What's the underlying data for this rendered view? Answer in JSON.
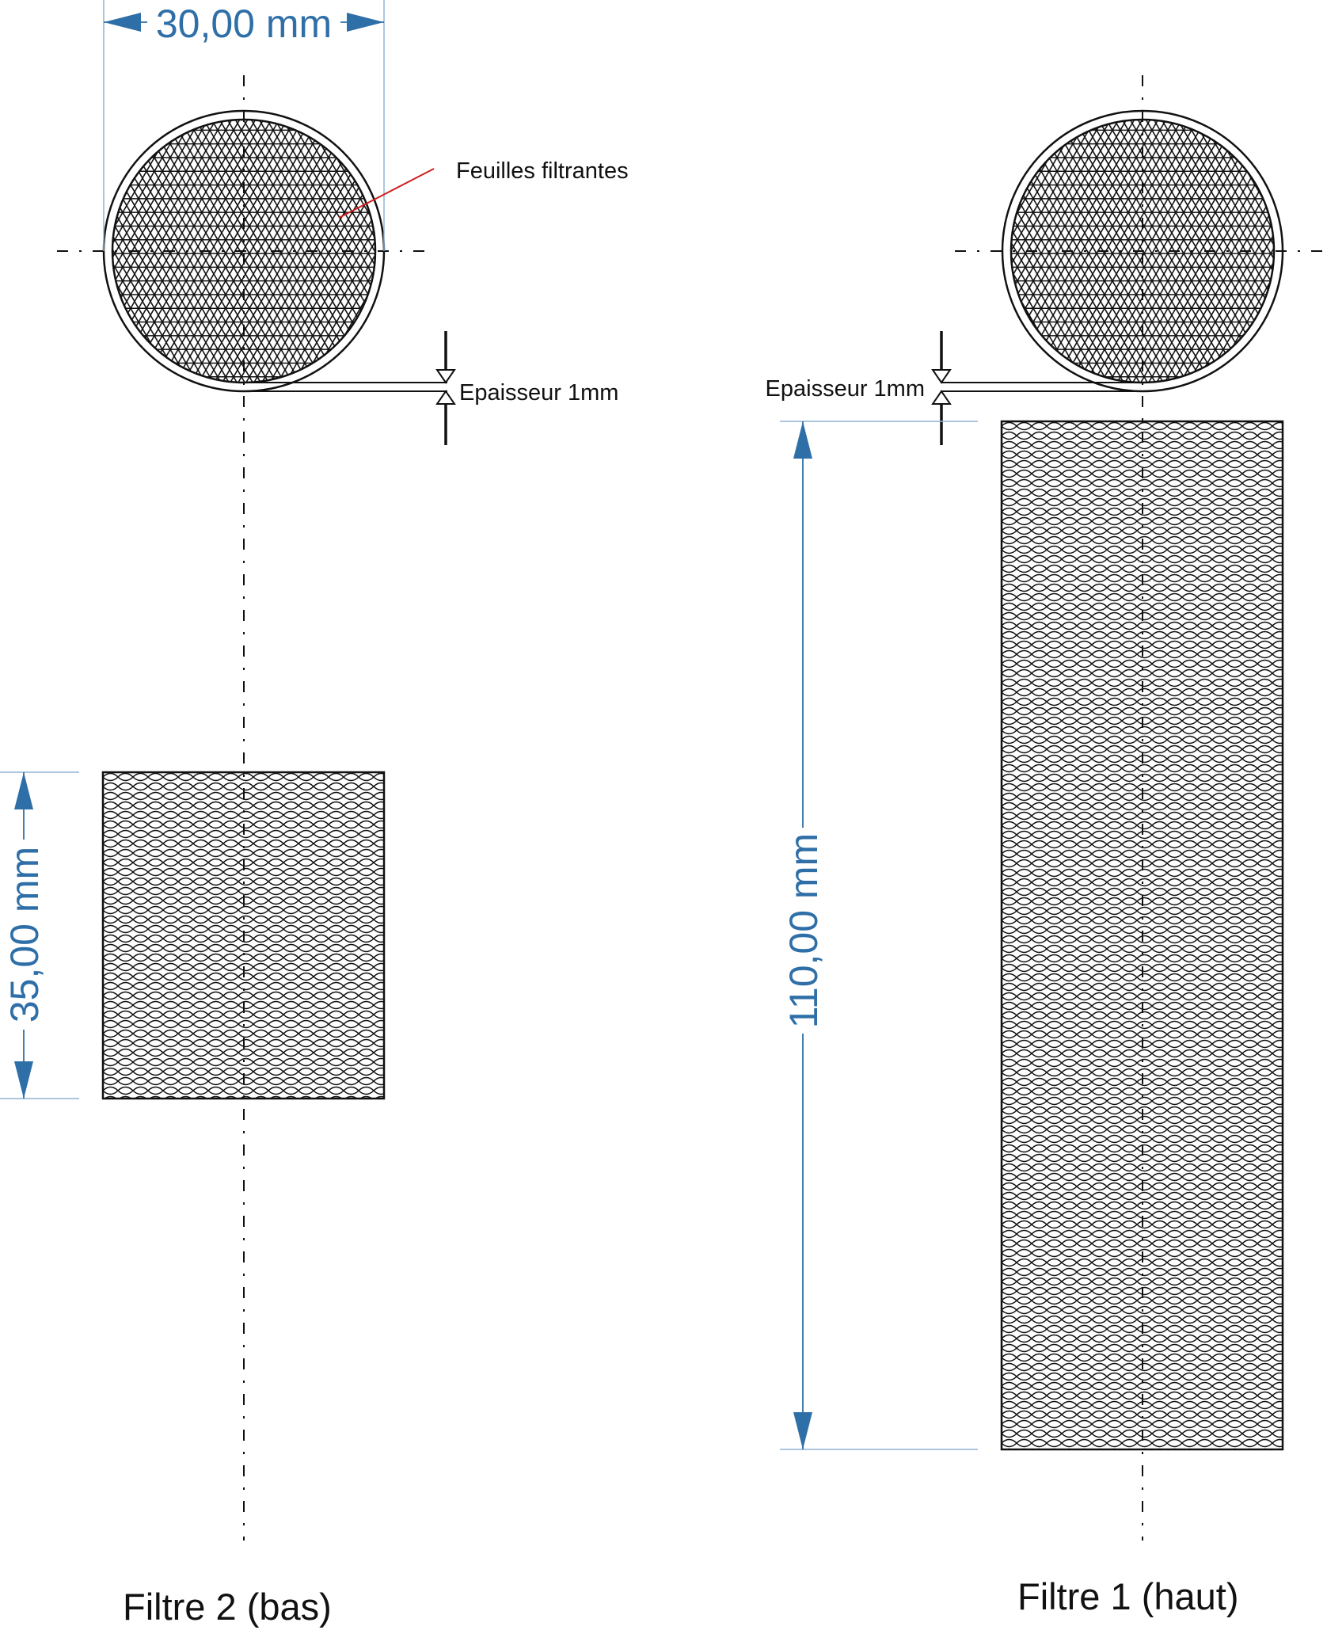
{
  "colors": {
    "dimension": "#2f6fa8",
    "dimension_light": "#8fb3d3",
    "leader": "#d21f1f",
    "line": "#111111",
    "background": "#ffffff"
  },
  "dimensions": {
    "diameter": "30,00 mm",
    "height_bottom_filter": "35,00 mm",
    "height_top_filter": "110,00 mm"
  },
  "annotations": {
    "filter_sheets": "Feuilles filtrantes",
    "thickness_left": "Epaisseur 1mm",
    "thickness_right": "Epaisseur 1mm"
  },
  "captions": {
    "filter_bottom": "Filtre 2 (bas)",
    "filter_top": "Filtre 1 (haut)"
  }
}
